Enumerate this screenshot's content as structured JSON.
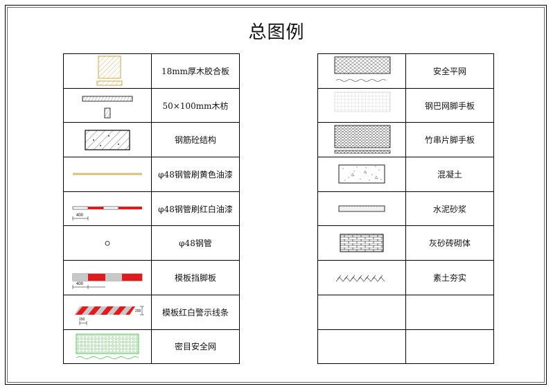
{
  "title": "总图例",
  "left_table": [
    {
      "label": "18mm厚木胶合板",
      "icon": "plywood-symbol"
    },
    {
      "label": "50×100mm木枋",
      "icon": "timber-beam-symbol"
    },
    {
      "label": "钢筋砼结构",
      "icon": "reinforced-concrete-symbol"
    },
    {
      "label": "φ48钢管刷黄色油漆",
      "icon": "yellow-pipe-symbol"
    },
    {
      "label": "φ48钢管刷红白油漆",
      "icon": "red-white-pipe-symbol",
      "dim": "400"
    },
    {
      "label": "φ48钢管",
      "icon": "pipe-section-symbol"
    },
    {
      "label": "模板挡脚板",
      "icon": "toe-board-symbol",
      "dim": "400"
    },
    {
      "label": "模板红白警示线条",
      "icon": "warning-stripe-symbol",
      "dim_a": "200",
      "dim_b": "150"
    },
    {
      "label": "密目安全网",
      "icon": "dense-mesh-net-symbol"
    }
  ],
  "right_table": [
    {
      "label": "安全平网",
      "icon": "flat-safety-net-symbol"
    },
    {
      "label": "钢巴网脚手板",
      "icon": "steel-mesh-board-symbol"
    },
    {
      "label": "竹串片脚手板",
      "icon": "bamboo-board-symbol"
    },
    {
      "label": "混凝土",
      "icon": "concrete-symbol"
    },
    {
      "label": "水泥砂浆",
      "icon": "mortar-symbol"
    },
    {
      "label": "灰砂砖砌体",
      "icon": "brick-masonry-symbol"
    },
    {
      "label": "素土夯实",
      "icon": "compacted-soil-symbol"
    },
    {
      "label": "",
      "icon": ""
    },
    {
      "label": "",
      "icon": ""
    }
  ],
  "colors": {
    "plywood": "#c9a84a",
    "yellow_pipe": "#d4c07a",
    "red": "#e21a1a",
    "grey": "#c8c8c8",
    "green_net": "#3cb83c"
  }
}
